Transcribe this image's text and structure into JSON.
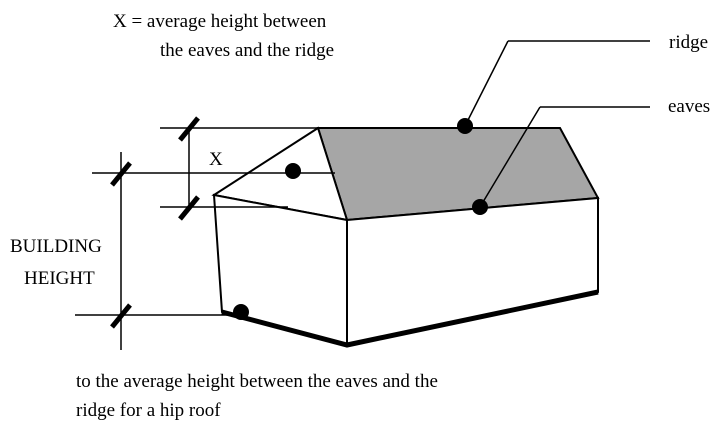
{
  "definition": {
    "line1": "X = average height between",
    "line2": "the eaves and the ridge"
  },
  "callouts": {
    "ridge": "ridge",
    "eaves": "eaves"
  },
  "dimension_x_label": "X",
  "building_height": {
    "line1": "BUILDING",
    "line2": "HEIGHT"
  },
  "caption": {
    "line1": "to the average height between the eaves and the",
    "line2": "ridge for a hip roof"
  },
  "colors": {
    "roof_fill": "#a6a6a6",
    "line": "#000000",
    "background": "#ffffff"
  }
}
